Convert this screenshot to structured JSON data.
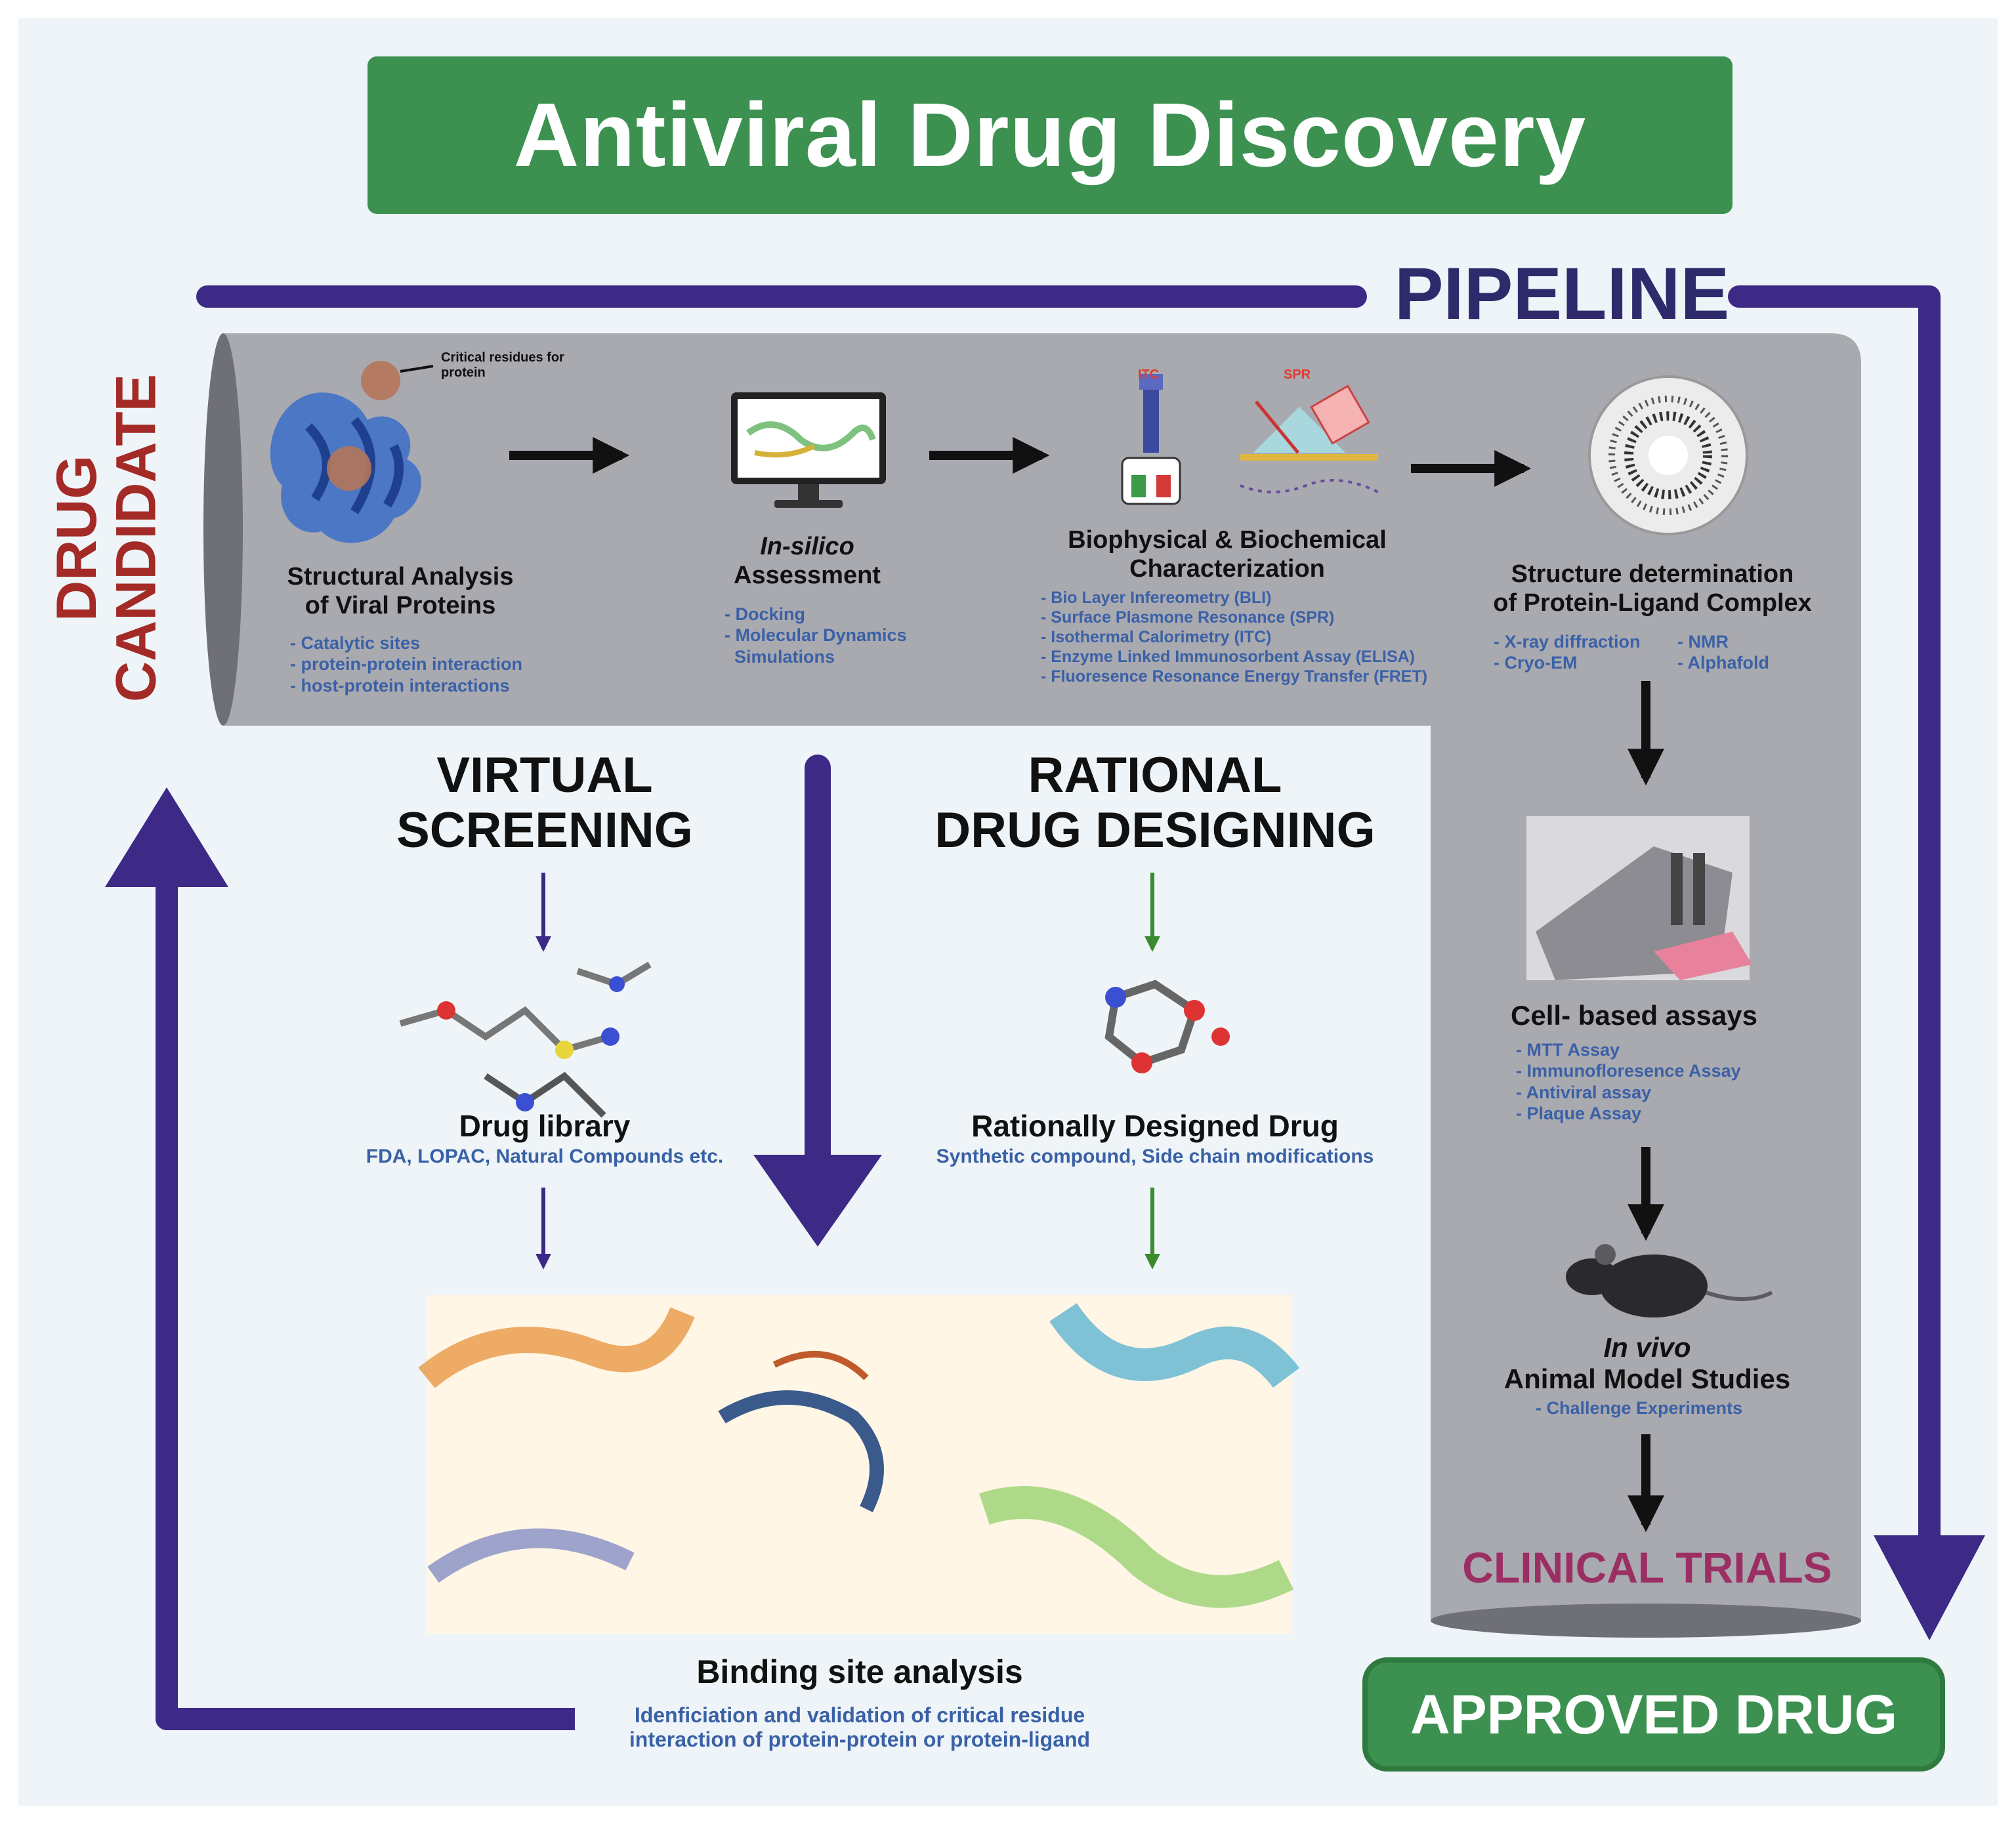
{
  "title": "Antiviral Drug Discovery",
  "pipeline_label": "PIPELINE",
  "side_label": "DRUG CANDIDATE",
  "stages": [
    {
      "title_line1": "Structural Analysis",
      "title_line2": "of Viral Proteins",
      "callout": "Critical residues for protein",
      "bullets": [
        "- Catalytic sites",
        "- protein-protein interaction",
        "- host-protein interactions"
      ]
    },
    {
      "title_line1": "In-silico",
      "title_line2": "Assessment",
      "bullets": [
        "- Docking",
        "- Molecular Dynamics",
        "  Simulations"
      ]
    },
    {
      "title_line1": "Biophysical & Biochemical",
      "title_line2": "Characterization",
      "itc_label": "ITC",
      "spr_label": "SPR",
      "bullets": [
        "- Bio Layer Infereometry (BLI)",
        "- Surface Plasmone Resonance (SPR)",
        "- Isothermal Calorimetry (ITC)",
        "- Enzyme Linked Immunosorbent Assay (ELISA)",
        "- Fluoresence Resonance Energy Transfer (FRET)"
      ]
    },
    {
      "title_line1": "Structure determination",
      "title_line2": "of Protein-Ligand Complex",
      "bullets_left": [
        "- X-ray diffraction",
        "- Cryo-EM"
      ],
      "bullets_right": [
        "- NMR",
        "- Alphafold"
      ]
    }
  ],
  "right_column": {
    "cell_assays": {
      "title": "Cell- based assays",
      "bullets": [
        "- MTT Assay",
        "- Immunofloresence Assay",
        "- Antiviral assay",
        "- Plaque Assay"
      ]
    },
    "in_vivo": {
      "title_line1": "In vivo",
      "title_line2": "Animal Model Studies",
      "bullets": [
        "- Challenge Experiments"
      ]
    },
    "clinical": "CLINICAL TRIALS"
  },
  "virtual_screening": {
    "heading_line1": "VIRTUAL",
    "heading_line2": "SCREENING",
    "item_title": "Drug library",
    "item_sub": "FDA, LOPAC, Natural Compounds etc."
  },
  "rational_design": {
    "heading_line1": "RATIONAL",
    "heading_line2": "DRUG DESIGNING",
    "item_title": "Rationally Designed Drug",
    "item_sub": "Synthetic compound, Side chain modifications"
  },
  "binding_site": {
    "title": "Binding site analysis",
    "sub_line1": "Idenficiation and validation of critical residue",
    "sub_line2": "interaction of protein-protein or protein-ligand"
  },
  "approved": "APPROVED DRUG",
  "colors": {
    "green": "#3c9151",
    "navy": "#3c2a86",
    "grey_pipe": "#a9a9b0",
    "red": "#a32a26",
    "magenta": "#9b2f63",
    "blue_text": "#3a61a6"
  }
}
